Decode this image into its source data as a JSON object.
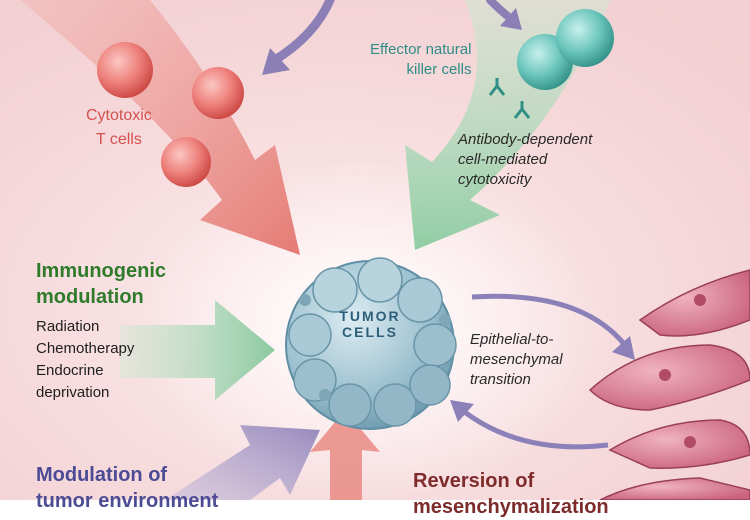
{
  "cells": {
    "cytotoxic": "Cytotoxic\nT cells",
    "nk": "Effector natural\nkiller cells",
    "adcc": "Antibody-dependent\ncell-mediated\ncytotoxicity"
  },
  "tumor": {
    "line1": "TUMOR",
    "line2": "CELLS"
  },
  "immunogenic": {
    "title": "Immunogenic\nmodulation",
    "items": [
      "Radiation",
      "Chemotherapy",
      "Endocrine\ndeprivation"
    ]
  },
  "emt": "Epithelial-to-\nmesenchymal\ntransition",
  "modulation": "Modulation of\ntumor environment",
  "reversion": "Reversion of\nmesenchymalization",
  "colors": {
    "background": "#f6dcdd",
    "t_cell": "#e8706e",
    "nk_cell": "#5fbcb3",
    "arrow_red": "#e97f78",
    "arrow_green": "#8fd0a2",
    "arrow_purple": "#8c7fb5",
    "tumor": "#9cc0cf",
    "mesenchymal": "#d57a92"
  }
}
